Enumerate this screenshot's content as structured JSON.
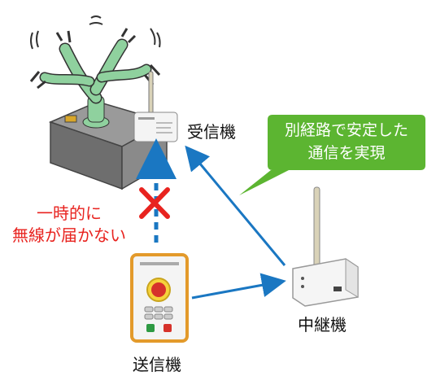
{
  "labels": {
    "receiver": "受信機",
    "relay": "中継機",
    "transmitter": "送信機"
  },
  "callout": {
    "line1": "別経路で安定した",
    "line2": "通信を実現"
  },
  "blocked_note": {
    "line1": "一時的に",
    "line2": "無線が届かない"
  },
  "colors": {
    "arrow_blue": "#1a77c2",
    "callout_green": "#5cb531",
    "cross_red": "#e8231f",
    "robot_green": "#8fd19e"
  }
}
